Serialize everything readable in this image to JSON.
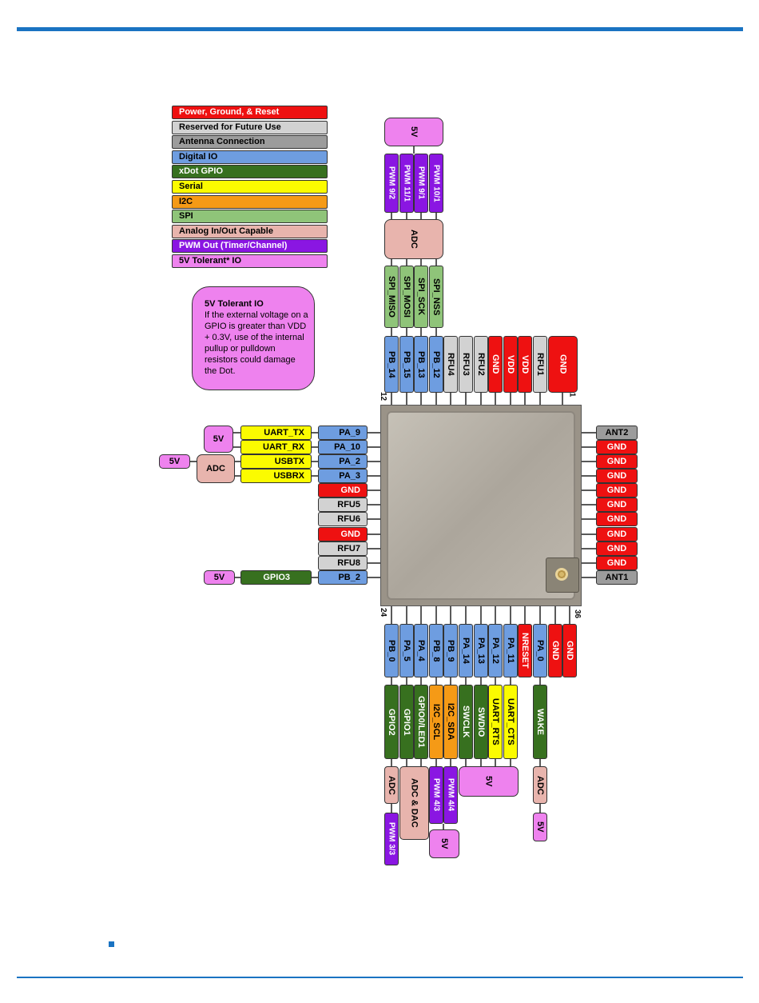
{
  "colors": {
    "power": "#ee1111",
    "reserved": "#d2d2d2",
    "antenna": "#9c9c9c",
    "digital": "#6e9de0",
    "xdot": "#37701f",
    "serial": "#fbfb00",
    "i2c": "#f59a16",
    "spi": "#8fc479",
    "analog": "#e8b4ad",
    "pwm": "#8a16e2",
    "tol5v": "#ee82ee",
    "rule": "#1a73c2"
  },
  "legend": [
    {
      "label": "Power, Ground, & Reset",
      "color": "#ee1111",
      "text": "#ffffff"
    },
    {
      "label": "Reserved for Future Use",
      "color": "#d2d2d2",
      "text": "#000000"
    },
    {
      "label": "Antenna Connection",
      "color": "#9c9c9c",
      "text": "#000000"
    },
    {
      "label": "Digital IO",
      "color": "#6e9de0",
      "text": "#000000"
    },
    {
      "label": "xDot GPIO",
      "color": "#37701f",
      "text": "#ffffff"
    },
    {
      "label": "Serial",
      "color": "#fbfb00",
      "text": "#000000"
    },
    {
      "label": "I2C",
      "color": "#f59a16",
      "text": "#000000"
    },
    {
      "label": "SPI",
      "color": "#8fc479",
      "text": "#000000"
    },
    {
      "label": "Analog In/Out Capable",
      "color": "#e8b4ad",
      "text": "#000000"
    },
    {
      "label": "PWM Out (Timer/Channel)",
      "color": "#8a16e2",
      "text": "#ffffff"
    },
    {
      "label": "5V Tolerant* IO",
      "color": "#ee82ee",
      "text": "#000000"
    }
  ],
  "note": {
    "title": "5V Tolerant IO",
    "body": "If the external voltage on a GPIO is greater than VDD + 0.3V, use of the internal pullup or pulldown resistors could damage the Dot."
  },
  "pin_numbers": {
    "one": "1",
    "twelve": "12",
    "twentyfour": "24",
    "thirtysix": "36"
  },
  "pins": {
    "top": {
      "main": [
        {
          "label": "PB_14",
          "type": "digital"
        },
        {
          "label": "PB_15",
          "type": "digital"
        },
        {
          "label": "PB_13",
          "type": "digital"
        },
        {
          "label": "PB_12",
          "type": "digital"
        },
        {
          "label": "RFU4",
          "type": "reserved"
        },
        {
          "label": "RFU3",
          "type": "reserved"
        },
        {
          "label": "RFU2",
          "type": "reserved"
        },
        {
          "label": "GND",
          "type": "power"
        },
        {
          "label": "VDD",
          "type": "power"
        },
        {
          "label": "VDD",
          "type": "power"
        },
        {
          "label": "RFU1",
          "type": "reserved"
        },
        {
          "label": "GND",
          "type": "power"
        }
      ],
      "spi": [
        "SPI_MISO",
        "SPI_MOSI",
        "SPI_SCK",
        "SPI_NSS"
      ],
      "adc": "ADC",
      "pwm": [
        "PWM 9/2",
        "PWM 11/1",
        "PWM 9/1",
        "PWM 10/1"
      ],
      "tol5v": "5V"
    },
    "left": {
      "main": [
        {
          "label": "PA_9",
          "type": "digital"
        },
        {
          "label": "PA_10",
          "type": "digital"
        },
        {
          "label": "PA_2",
          "type": "digital"
        },
        {
          "label": "PA_3",
          "type": "digital"
        },
        {
          "label": "GND",
          "type": "power"
        },
        {
          "label": "RFU5",
          "type": "reserved"
        },
        {
          "label": "RFU6",
          "type": "reserved"
        },
        {
          "label": "GND",
          "type": "power"
        },
        {
          "label": "RFU7",
          "type": "reserved"
        },
        {
          "label": "RFU8",
          "type": "reserved"
        },
        {
          "label": "PB_2",
          "type": "digital"
        }
      ],
      "serial": [
        "UART_TX",
        "UART_RX",
        "USBTX",
        "USBRX"
      ],
      "adc": "ADC",
      "tol5v_uart": "5V",
      "tol5v_adc": "5V",
      "gpio3": "GPIO3",
      "tol5v_gpio3": "5V"
    },
    "right": [
      {
        "label": "ANT2",
        "type": "antenna"
      },
      {
        "label": "GND",
        "type": "power"
      },
      {
        "label": "GND",
        "type": "power"
      },
      {
        "label": "GND",
        "type": "power"
      },
      {
        "label": "GND",
        "type": "power"
      },
      {
        "label": "GND",
        "type": "power"
      },
      {
        "label": "GND",
        "type": "power"
      },
      {
        "label": "GND",
        "type": "power"
      },
      {
        "label": "GND",
        "type": "power"
      },
      {
        "label": "GND",
        "type": "power"
      },
      {
        "label": "ANT1",
        "type": "antenna"
      }
    ],
    "bottom": {
      "main": [
        {
          "label": "PB_0",
          "type": "digital"
        },
        {
          "label": "PA_5",
          "type": "digital"
        },
        {
          "label": "PA_4",
          "type": "digital"
        },
        {
          "label": "PB_8",
          "type": "digital"
        },
        {
          "label": "PB_9",
          "type": "digital"
        },
        {
          "label": "PA_14",
          "type": "digital"
        },
        {
          "label": "PA_13",
          "type": "digital"
        },
        {
          "label": "PA_12",
          "type": "digital"
        },
        {
          "label": "PA_11",
          "type": "digital"
        },
        {
          "label": "NRESET",
          "type": "power"
        },
        {
          "label": "PA_0",
          "type": "digital"
        },
        {
          "label": "GND",
          "type": "power"
        },
        {
          "label": "GND",
          "type": "power"
        }
      ],
      "funcs": [
        {
          "label": "GPIO2",
          "type": "xdot"
        },
        {
          "label": "GPIO1",
          "type": "xdot"
        },
        {
          "label": "GPIO0/LED1",
          "type": "xdot"
        },
        {
          "label": "I2C_SCL",
          "type": "i2c"
        },
        {
          "label": "I2C_SDA",
          "type": "i2c"
        },
        {
          "label": "SWCLK",
          "type": "xdot"
        },
        {
          "label": "SWDIO",
          "type": "xdot"
        },
        {
          "label": "UART_RTS",
          "type": "serial"
        },
        {
          "label": "UART_CTS",
          "type": "serial"
        },
        {
          "label": "WAKE",
          "type": "xdot"
        }
      ],
      "adc_pb0": "ADC",
      "pwm_pb0": "PWM 3/3",
      "adc_dac": "ADC & DAC",
      "pwm_scl": "PWM 4/3",
      "pwm_sda": "PWM 4/4",
      "tol5v_i2c": "5V",
      "tol5v_sw": "5V",
      "adc_wake": "ADC",
      "tol5v_wake": "5V"
    }
  }
}
